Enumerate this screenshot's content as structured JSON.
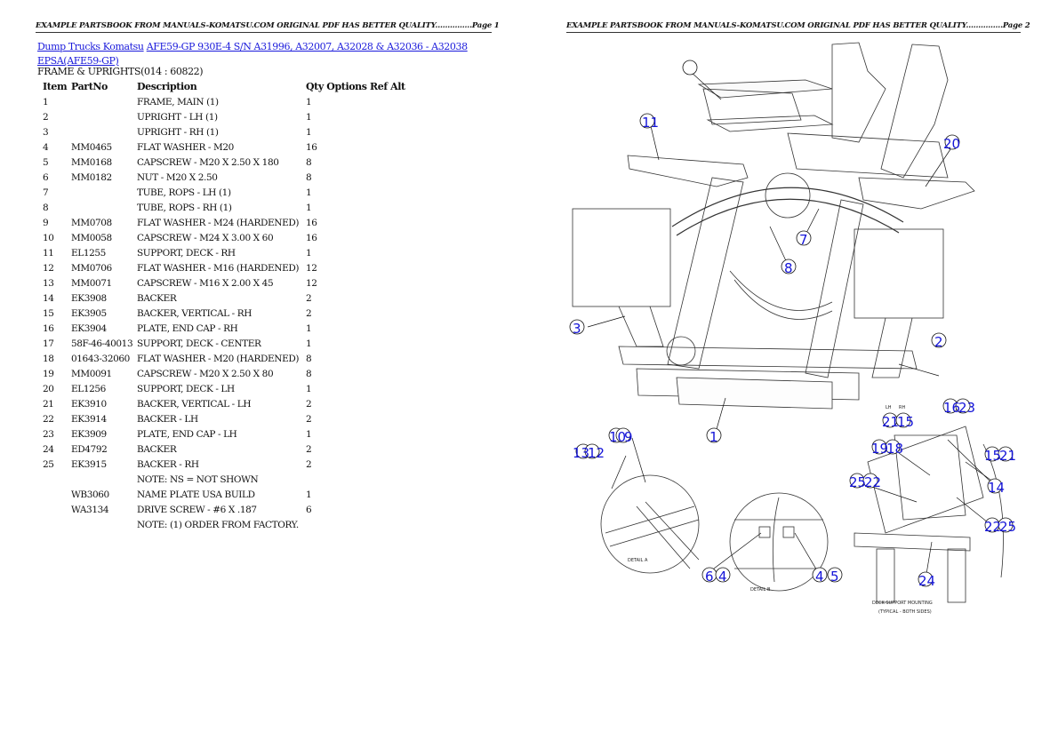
{
  "page1": {
    "header": "EXAMPLE PARTSBOOK FROM MANUALS-KOMATSU.COM ORIGINAL PDF HAS BETTER QUALITY...............Page 1",
    "breadcrumbs": [
      {
        "label": "Dump Trucks Komatsu"
      },
      {
        "label": "AFE59-GP 930E-4 S/N A31996, A32007, A32028 & A32036 - A32038"
      },
      {
        "label": "EPSA(AFE59-GP)"
      }
    ],
    "section_title": "FRAME & UPRIGHTS(014 : 60822)",
    "table": {
      "headers": {
        "item": "Item",
        "partno": "PartNo",
        "description": "Description",
        "qty_options": "Qty Options Ref Alt"
      },
      "rows": [
        {
          "item": "1",
          "partno": "",
          "description": "FRAME, MAIN (1)",
          "qty": "1"
        },
        {
          "item": "2",
          "partno": "",
          "description": "UPRIGHT - LH (1)",
          "qty": "1"
        },
        {
          "item": "3",
          "partno": "",
          "description": "UPRIGHT - RH (1)",
          "qty": "1"
        },
        {
          "item": "4",
          "partno": "MM0465",
          "description": "FLAT WASHER - M20",
          "qty": "16"
        },
        {
          "item": "5",
          "partno": "MM0168",
          "description": "CAPSCREW - M20 X 2.50 X 180",
          "qty": "8"
        },
        {
          "item": "6",
          "partno": "MM0182",
          "description": "NUT - M20 X 2.50",
          "qty": "8"
        },
        {
          "item": "7",
          "partno": "",
          "description": "TUBE, ROPS - LH (1)",
          "qty": "1"
        },
        {
          "item": "8",
          "partno": "",
          "description": "TUBE, ROPS - RH (1)",
          "qty": "1"
        },
        {
          "item": "9",
          "partno": "MM0708",
          "description": "FLAT WASHER - M24 (HARDENED)",
          "qty": "16"
        },
        {
          "item": "10",
          "partno": "MM0058",
          "description": "CAPSCREW - M24 X 3.00 X 60",
          "qty": "16"
        },
        {
          "item": "11",
          "partno": "EL1255",
          "description": "SUPPORT, DECK - RH",
          "qty": "1"
        },
        {
          "item": "12",
          "partno": "MM0706",
          "description": "FLAT WASHER - M16 (HARDENED)",
          "qty": "12"
        },
        {
          "item": "13",
          "partno": "MM0071",
          "description": "CAPSCREW - M16 X 2.00 X 45",
          "qty": "12"
        },
        {
          "item": "14",
          "partno": "EK3908",
          "description": "BACKER",
          "qty": "2"
        },
        {
          "item": "15",
          "partno": "EK3905",
          "description": "BACKER, VERTICAL - RH",
          "qty": "2"
        },
        {
          "item": "16",
          "partno": "EK3904",
          "description": "PLATE, END CAP - RH",
          "qty": "1"
        },
        {
          "item": "17",
          "partno": "58F-46-40013",
          "description": "SUPPORT, DECK - CENTER",
          "qty": "1"
        },
        {
          "item": "18",
          "partno": "01643-32060",
          "description": "FLAT WASHER - M20 (HARDENED)",
          "qty": "8"
        },
        {
          "item": "19",
          "partno": "MM0091",
          "description": "CAPSCREW - M20 X 2.50 X 80",
          "qty": "8"
        },
        {
          "item": "20",
          "partno": "EL1256",
          "description": "SUPPORT, DECK - LH",
          "qty": "1"
        },
        {
          "item": "21",
          "partno": "EK3910",
          "description": "BACKER, VERTICAL - LH",
          "qty": "2"
        },
        {
          "item": "22",
          "partno": "EK3914",
          "description": "BACKER - LH",
          "qty": "2"
        },
        {
          "item": "23",
          "partno": "EK3909",
          "description": "PLATE, END CAP - LH",
          "qty": "1"
        },
        {
          "item": "24",
          "partno": "ED4792",
          "description": "BACKER",
          "qty": "2"
        },
        {
          "item": "25",
          "partno": "EK3915",
          "description": "BACKER - RH",
          "qty": "2"
        },
        {
          "item": "",
          "partno": "",
          "description": "NOTE: NS = NOT SHOWN",
          "qty": ""
        },
        {
          "item": "",
          "partno": "WB3060",
          "description": "NAME PLATE USA BUILD",
          "qty": "1"
        },
        {
          "item": "",
          "partno": "WA3134",
          "description": "DRIVE SCREW - #6 X .187",
          "qty": "6"
        },
        {
          "item": "",
          "partno": "",
          "description": "NOTE: (1) ORDER FROM FACTORY.",
          "qty": ""
        }
      ]
    }
  },
  "page2": {
    "header": "EXAMPLE PARTSBOOK FROM MANUALS-KOMATSU.COM ORIGINAL PDF HAS BETTER QUALITY...............Page 2",
    "diagram": {
      "callouts": [
        "11",
        "20",
        "7",
        "8",
        "3",
        "2",
        "1",
        "10",
        "9",
        "13",
        "12",
        "6",
        "4",
        "4",
        "5",
        "16",
        "23",
        "21",
        "15",
        "19",
        "18",
        "15",
        "21",
        "14",
        "25",
        "22",
        "22",
        "25",
        "24"
      ],
      "detail_a_label": "DETAIL A",
      "detail_b_label": "DETAIL B",
      "deck_caption_1": "DECK SUPPORT MOUNTING",
      "deck_caption_2": "(TYPICAL - BOTH SIDES)",
      "lh": "LH",
      "rh": "RH"
    }
  }
}
